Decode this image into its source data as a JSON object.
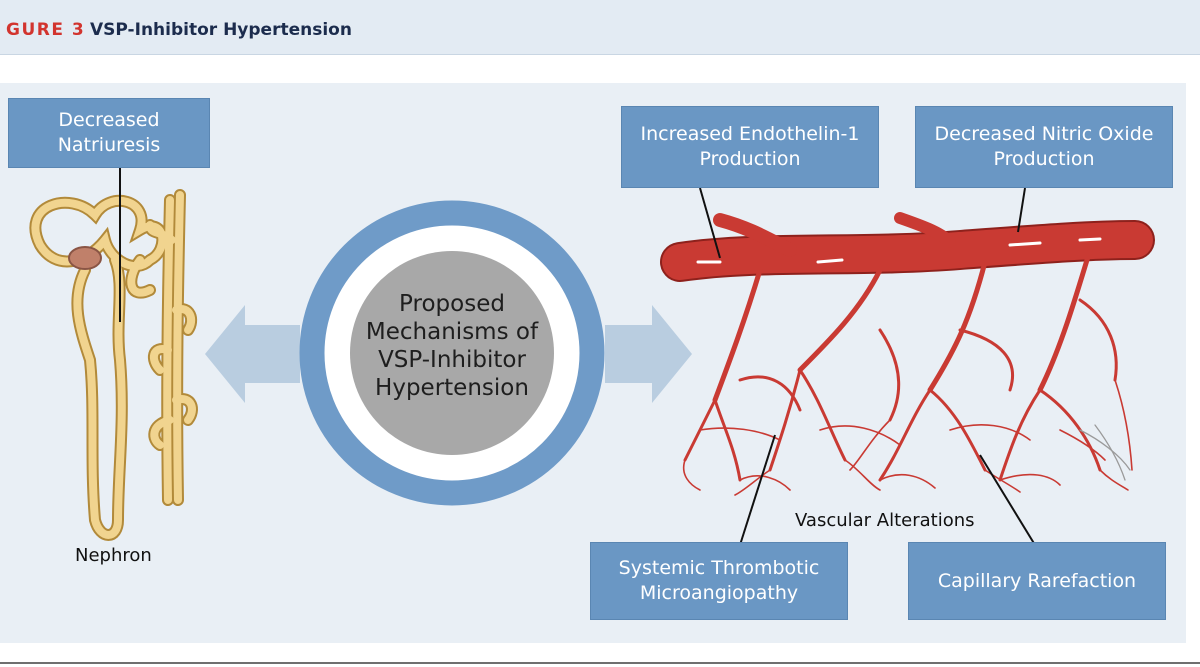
{
  "header": {
    "figure_label": "GURE 3",
    "title": "VSP-Inhibitor Hypertension"
  },
  "center": {
    "line1": "Proposed",
    "line2": "Mechanisms of",
    "line3": "VSP-Inhibitor",
    "line4": "Hypertension"
  },
  "left": {
    "box_line1": "Decreased",
    "box_line2": "Natriuresis",
    "caption": "Nephron"
  },
  "right": {
    "box_endothelin_line1": "Increased Endothelin-1",
    "box_endothelin_line2": "Production",
    "box_nitric_line1": "Decreased Nitric Oxide",
    "box_nitric_line2": "Production",
    "caption": "Vascular Alterations",
    "box_thrombotic_line1": "Systemic Thrombotic",
    "box_thrombotic_line2": "Microangiopathy",
    "box_capillary": "Capillary Rarefaction"
  },
  "colors": {
    "box_fill": "#6a97c4",
    "ring": "#6f9bc8",
    "inner_circle": "#a8a8a8",
    "arrow": "#b9cde0",
    "vessel": "#c93a33",
    "nephron": "#f1d48f",
    "header_accent": "#d2342e"
  }
}
